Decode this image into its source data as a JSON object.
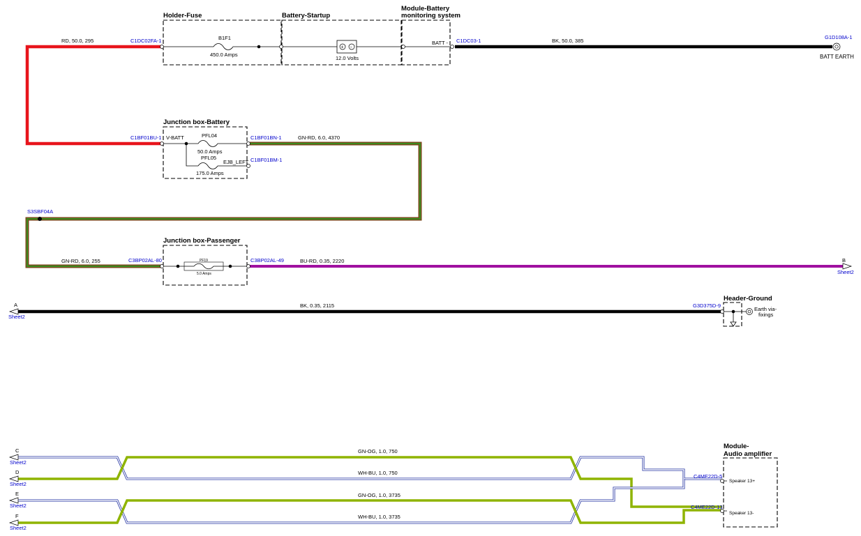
{
  "colors": {
    "red": "#e8141c",
    "black": "#000000",
    "green": "#3c8c20",
    "brown": "#7a4a1c",
    "purple": "#a010a0",
    "olive": "#8fb400",
    "navy": "#2030a0",
    "label_blue": "#0000cc"
  },
  "boxes": {
    "holder_fuse": "Holder-Fuse",
    "battery_startup": "Battery-Startup",
    "module_battery_1": "Module-Battery",
    "module_battery_2": "monitoring system",
    "junction_battery": "Junction box-Battery",
    "junction_passenger": "Junction box-Passenger",
    "header_ground": "Header-Ground",
    "audio_amp_1": "Module-",
    "audio_amp_2": "Audio amplifier"
  },
  "wires": {
    "rd_50": "RD, 50.0, 295",
    "bk_50": "BK, 50.0, 385",
    "gn_rd_6_4370": "GN-RD, 6.0, 4370",
    "gn_rd_6_255": "GN-RD, 6.0, 255",
    "bu_rd": "BU-RD, 0.35, 2220",
    "bk_035": "BK, 0.35, 2115",
    "gn_og_750": "GN-OG, 1.0, 750",
    "wh_bu_750": "WH-BU, 1.0, 750",
    "gn_og_3735": "GN-OG, 1.0, 3735",
    "wh_bu_3735": "WH-BU, 1.0, 3735"
  },
  "connectors": {
    "c1dc02fa": "C1DC02FA-1",
    "c1dc03": "C1DC03-1",
    "g1d108a": "G1D108A-1",
    "c1bf01bu": "C1BF01BU-1",
    "c1bf01bn": "C1BF01BN-1",
    "c1bf01bm": "C1BF01BM-1",
    "s3sbf04a": "S3SBF04A",
    "c3bp02al80": "C3BP02AL-80",
    "c3bp02al49": "C3BP02AL-49",
    "g3d375d": "G3D375D-9",
    "c4me22d5": "C4ME22D-5",
    "c4me22d13": "C4ME22D-13"
  },
  "components": {
    "b1f1": "B1F1",
    "b1f1_rating": "450.0 Amps",
    "battery_voltage": "12.0 Volts",
    "batt_minus": "BATT -",
    "batt_earth": "BATT EARTH",
    "v_batt": "V-BATT",
    "pfl04": "PFL04",
    "pfl04_rating": "50.0 Amps",
    "pfl05": "PFL05",
    "pfl05_rating": "175.0 Amps",
    "ejb_left": "EJB_LEFT",
    "pf19": "PF19",
    "pf19_rating": "5.0 Amps",
    "earth_via_1": "Earth via-",
    "earth_via_2": "fixings",
    "speaker_pos": "Speaker 13+",
    "speaker_neg": "Speaker 13-"
  },
  "offsheet": {
    "b": "B",
    "a": "A",
    "c": "C",
    "d": "D",
    "e": "E",
    "f": "F",
    "sheet": "Sheet2"
  }
}
